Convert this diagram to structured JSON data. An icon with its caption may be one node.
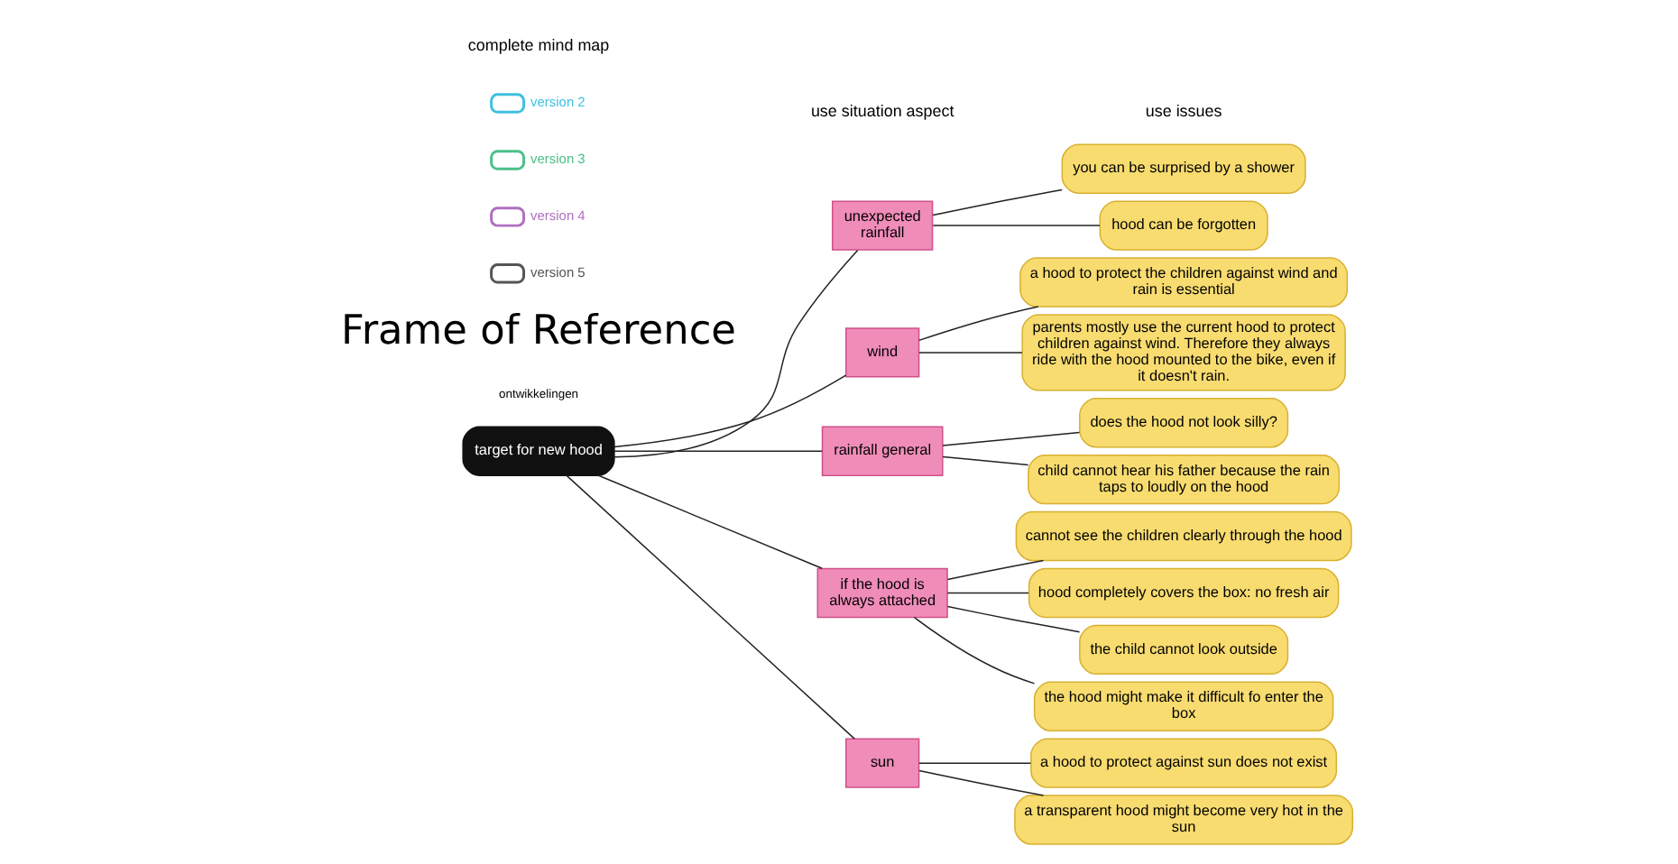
{
  "diagram": {
    "nodes": [
      {
        "text": [
          "target for new hood"
        ]
      },
      {
        "text": [
          "unexpected rainfall"
        ]
      },
      {
        "text": [
          "wind"
        ]
      },
      {
        "text": [
          "rainfall general"
        ]
      },
      {
        "text": [
          "if the hood is always attached"
        ]
      },
      {
        "text": [
          "sun"
        ]
      },
      {
        "text": [
          "you can be surprised by a shower"
        ]
      },
      {
        "text": [
          "hood can be forgotten"
        ]
      },
      {
        "text": [
          "a hood to protect the children against wind and rain is essential"
        ]
      },
      {
        "text": [
          "parents mostly use the current hood to protect children against wind. Therefore they always ride with the hood mounted to the bike, even if it doesn't rain."
        ]
      },
      {
        "text": [
          "does the hood not look silly?"
        ]
      },
      {
        "text": [
          "child cannot hear his father because the rain taps to loudly on the hood"
        ]
      },
      {
        "text": [
          "cannot see the children clearly through the hood"
        ]
      },
      {
        "text": [
          "hood completely covers the box: no fresh air"
        ]
      },
      {
        "text": [
          "the child cannot look outside"
        ]
      },
      {
        "text": [
          "the hood might make it difficult fo enter the box"
        ]
      },
      {
        "text": [
          "a hood to protect against sun does not exist"
        ]
      },
      {
        "text": [
          "a transparent hood might become very hot in the sun"
        ]
      }
    ],
    "edges": [
      {
        "from": 0,
        "to": 1,
        "arrow": "none"
      },
      {
        "from": 0,
        "to": 2,
        "arrow": "none"
      },
      {
        "from": 0,
        "to": 3,
        "arrow": "none"
      },
      {
        "from": 0,
        "to": 4,
        "arrow": "none"
      },
      {
        "from": 0,
        "to": 5,
        "arrow": "none"
      },
      {
        "from": 1,
        "to": 6,
        "arrow": "none"
      },
      {
        "from": 1,
        "to": 7,
        "arrow": "none"
      },
      {
        "from": 2,
        "to": 8,
        "arrow": "none"
      },
      {
        "from": 2,
        "to": 9,
        "arrow": "none"
      },
      {
        "from": 3,
        "to": 10,
        "arrow": "none"
      },
      {
        "from": 3,
        "to": 11,
        "arrow": "none"
      },
      {
        "from": 4,
        "to": 12,
        "arrow": "none"
      },
      {
        "from": 4,
        "to": 13,
        "arrow": "none"
      },
      {
        "from": 4,
        "to": 14,
        "arrow": "none"
      },
      {
        "from": 4,
        "to": 15,
        "arrow": "none"
      },
      {
        "from": 5,
        "to": 16,
        "arrow": "none"
      },
      {
        "from": 5,
        "to": 17,
        "arrow": "none"
      }
    ],
    "labels": [
      "complete mind map",
      "Frame of Reference",
      "ontwikkelingen",
      "use situation aspect",
      "use issues"
    ],
    "legend": [
      {
        "text": "version 2",
        "color": "#3fc0e0"
      },
      {
        "text": "version 3",
        "color": "#4cc08a"
      },
      {
        "text": "version 4",
        "color": "#b070c0"
      },
      {
        "text": "version 5",
        "color": "#555555"
      }
    ]
  }
}
